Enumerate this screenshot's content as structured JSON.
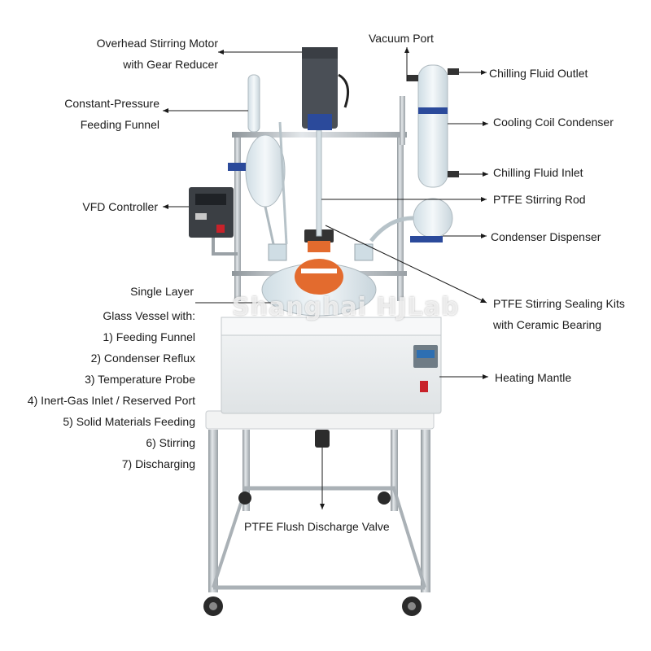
{
  "labels": {
    "motor_line1": "Overhead Stirring Motor",
    "motor_line2": "with Gear Reducer",
    "funnel_line1": "Constant-Pressure",
    "funnel_line2": "Feeding Funnel",
    "vfd": "VFD Controller",
    "vacuum": "Vacuum Port",
    "chill_out": "Chilling Fluid Outlet",
    "condenser": "Cooling Coil Condenser",
    "chill_in": "Chilling Fluid Inlet",
    "rod": "PTFE Stirring Rod",
    "dispenser": "Condenser Dispenser",
    "sealing_line1": "PTFE Stirring Sealing Kits",
    "sealing_line2": "with Ceramic Bearing",
    "mantle": "Heating Mantle",
    "valve": "PTFE Flush Discharge Valve",
    "vessel_line1": "Single Layer",
    "vessel_line2": "Glass Vessel with:"
  },
  "vessel_ports": [
    "1) Feeding Funnel",
    "2) Condenser Reflux",
    "3) Temperature Probe",
    "4) Inert-Gas Inlet / Reserved Port",
    "5) Solid Materials Feeding",
    "6) Stirring",
    "7) Discharging"
  ],
  "watermark": "Shanghai HJLab",
  "colors": {
    "frame": "#b9bfc4",
    "mantle": "#e9eced",
    "glass": "#dfe9ee",
    "motor": "#4a4f56",
    "accent_blue": "#2b4a9b",
    "ptfe_orange": "#e06a2e"
  }
}
